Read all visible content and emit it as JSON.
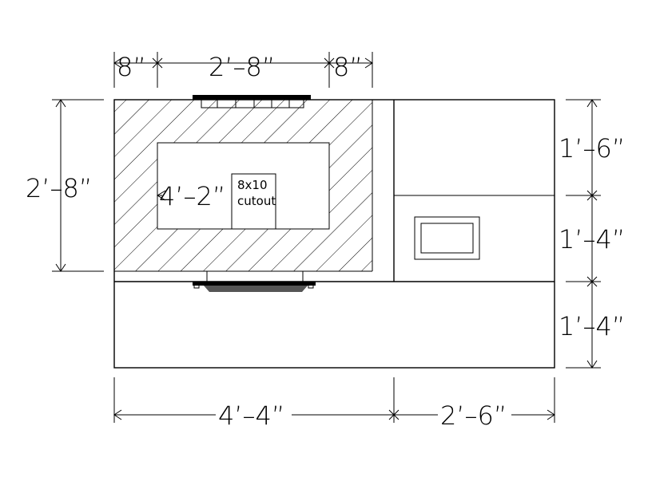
{
  "dimensions": {
    "top_left": "8”",
    "top_middle": "2’–8”",
    "top_right": "8”",
    "left_height": "2’–8”",
    "inner_width": "4’–2”",
    "right_top": "1’–6”",
    "right_middle": "1’–4”",
    "right_bottom": "1’–4”",
    "bottom_left": "4’–4”",
    "bottom_right": "2’–6”"
  },
  "cutout": {
    "line1": "8x10",
    "line2": "cutout"
  },
  "colors": {
    "line": "#000000",
    "background": "#ffffff"
  }
}
